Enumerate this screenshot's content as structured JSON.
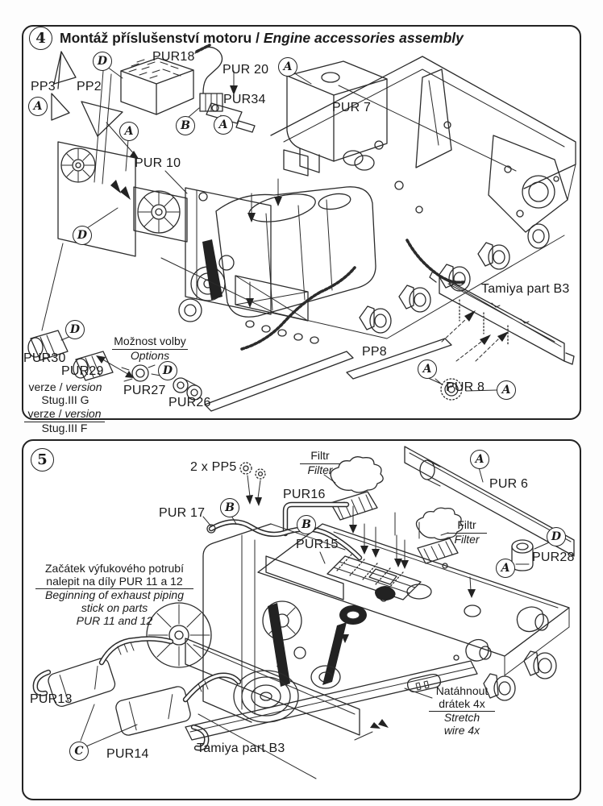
{
  "letters": {
    "a": "A",
    "b": "B",
    "c": "C",
    "d": "D"
  },
  "step4": {
    "number": "4",
    "title_cs": "Montáž příslušenství motoru",
    "title_sep": " / ",
    "title_en": "Engine accessories assembly",
    "parts": {
      "pp3": "PP3",
      "pp2": "PP2",
      "pur18": "PUR18",
      "pur20": "PUR 20",
      "pur34": "PUR34",
      "pur7": "PUR 7",
      "pur10": "PUR 10",
      "pur30": "PUR30",
      "pur29": "PUR29",
      "pur27": "PUR27",
      "pur26": "PUR26",
      "pp8": "PP8",
      "pur8": "PUR 8",
      "tamiya": "Tamiya part B3"
    },
    "notes": {
      "options_cs": "Možnost volby",
      "options_en": "Options",
      "version_label_cs": "verze /",
      "version_label_en": "version",
      "version_g": "Stug.III G",
      "version_f": "Stug.III F"
    }
  },
  "step5": {
    "number": "5",
    "parts": {
      "pp5": "2 x PP5",
      "pur6": "PUR 6",
      "pur17": "PUR 17",
      "pur16": "PUR16",
      "pur15": "PUR15",
      "pur28": "PUR28",
      "pur13": "PUR13",
      "pur14": "PUR14",
      "tamiya": "Tamiya part B3"
    },
    "notes": {
      "filter_cs": "Filtr",
      "filter_en": "Filter",
      "exhaust_cs_1": "Začátek výfukového potrubí",
      "exhaust_cs_2": "nalepit na díly PUR 11 a 12",
      "exhaust_en_1": "Beginning of exhaust piping",
      "exhaust_en_2": "stick on parts",
      "exhaust_en_3": "PUR 11 and 12",
      "wire_cs_1": "Natáhnout",
      "wire_cs_2": "drátek 4x",
      "wire_en_1": "Stretch",
      "wire_en_2": "wire 4x"
    }
  }
}
